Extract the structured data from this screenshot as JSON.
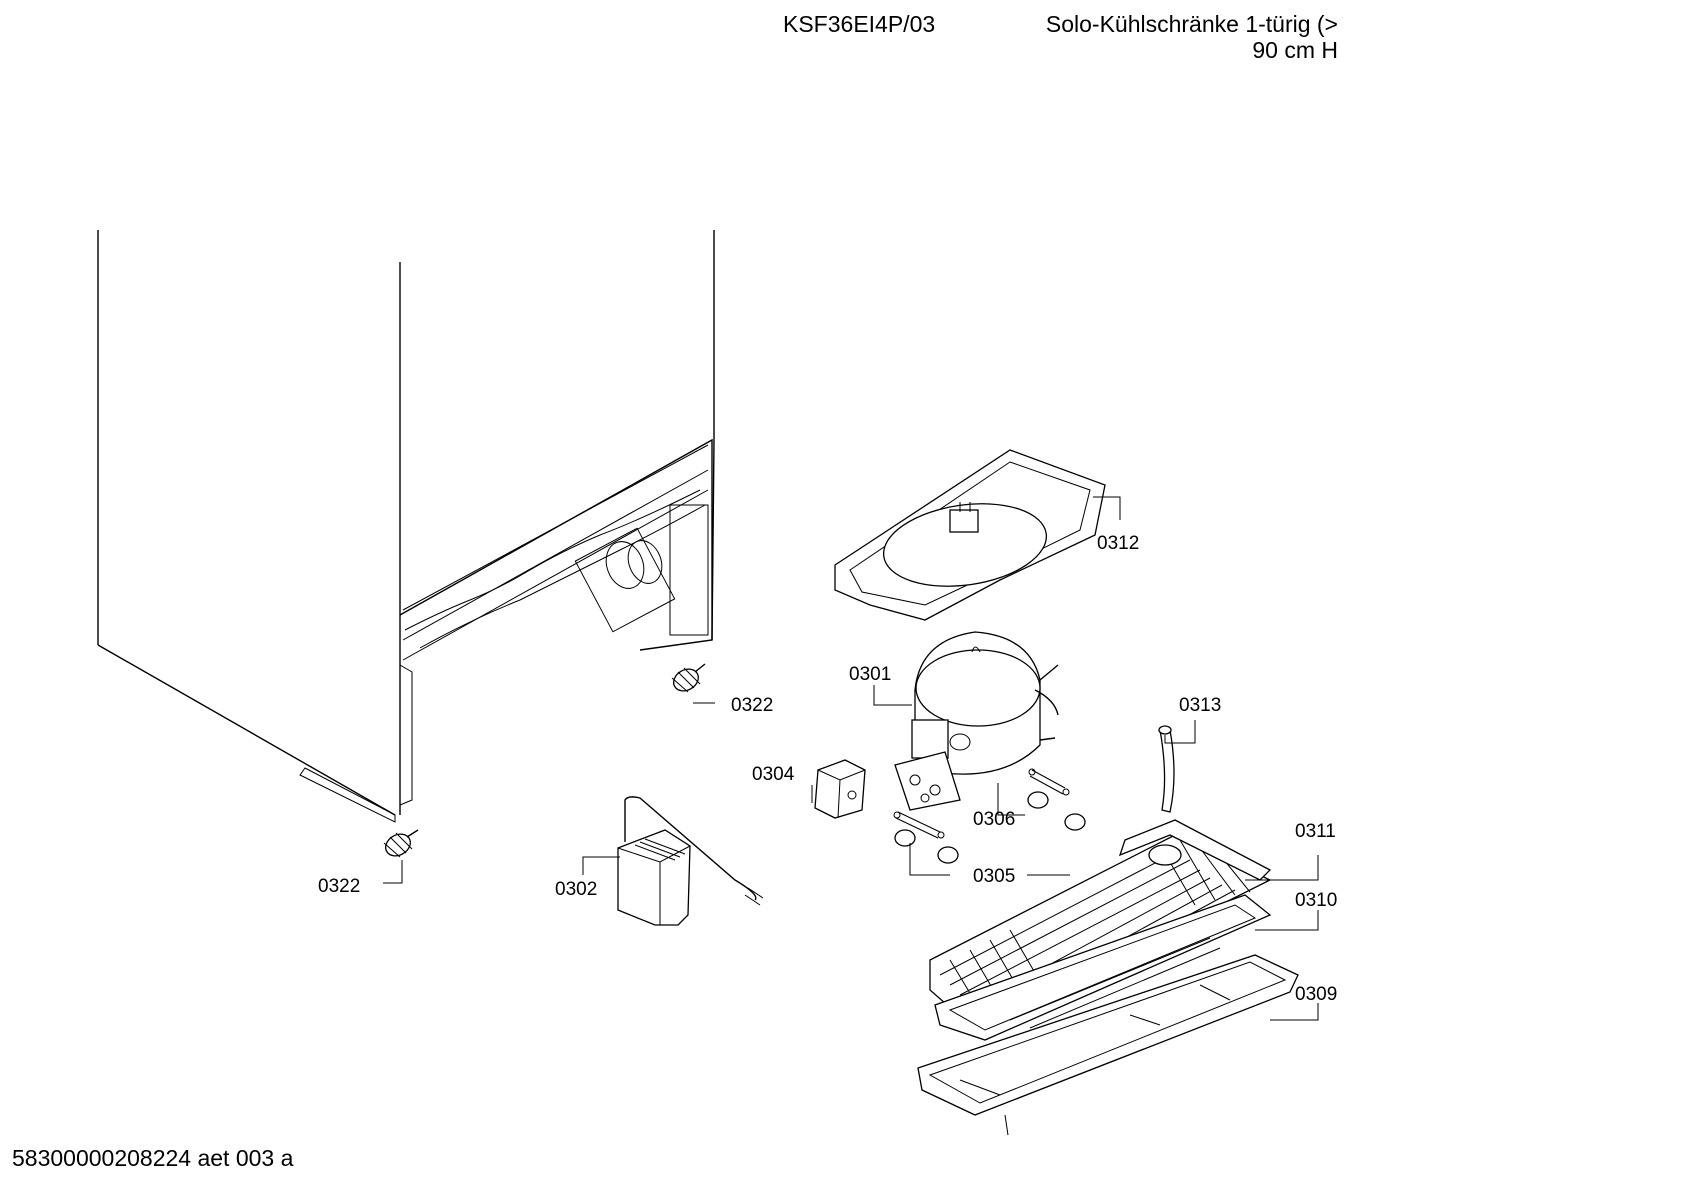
{
  "header": {
    "model": "KSF36EI4P/03",
    "description_line1": "Solo-Kühlschränke 1-türig (>",
    "description_line2": "90 cm H"
  },
  "footer": {
    "doc_id": "58300000208224 aet 003 a"
  },
  "callouts": {
    "c0312": "0312",
    "c0301": "0301",
    "c0322_upper": "0322",
    "c0313": "0313",
    "c0304": "0304",
    "c0306": "0306",
    "c0311": "0311",
    "c0322_lower": "0322",
    "c0302": "0302",
    "c0305": "0305",
    "c0310": "0310",
    "c0309": "0309"
  }
}
